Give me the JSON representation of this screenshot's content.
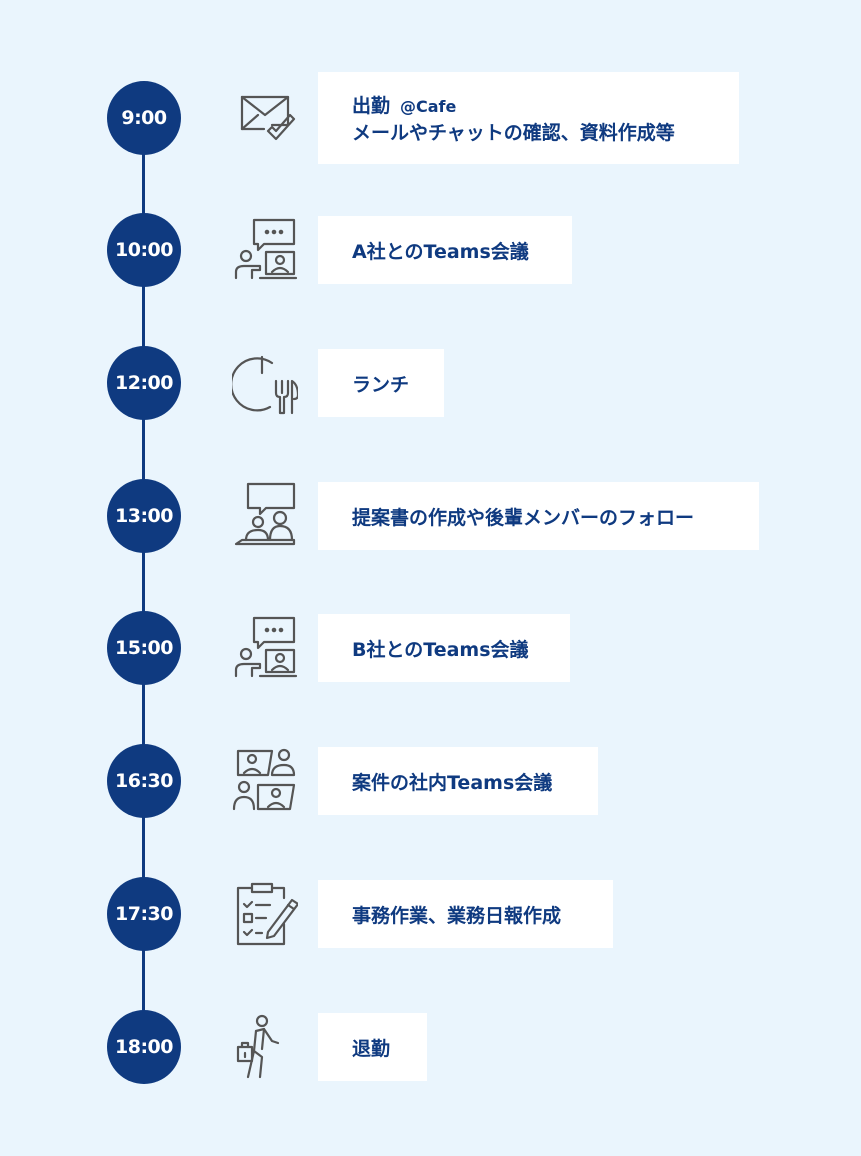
{
  "schedule": [
    {
      "time": "9:00",
      "icon": "envelope-check-icon",
      "title": "出勤",
      "tag": "@Cafe",
      "text": "メールやチャットの確認、資料作成等"
    },
    {
      "time": "10:00",
      "icon": "online-meeting-icon",
      "text": "A社とのTeams会議"
    },
    {
      "time": "12:00",
      "icon": "clock-cutlery-icon",
      "text": "ランチ"
    },
    {
      "time": "13:00",
      "icon": "discussion-icon",
      "text": "提案書の作成や後輩メンバーのフォロー"
    },
    {
      "time": "15:00",
      "icon": "online-meeting-icon",
      "text": "B社とのTeams会議"
    },
    {
      "time": "16:30",
      "icon": "internal-meeting-icon",
      "text": "案件の社内Teams会議"
    },
    {
      "time": "17:30",
      "icon": "clipboard-pencil-icon",
      "text": "事務作業、業務日報作成"
    },
    {
      "time": "18:00",
      "icon": "walking-person-icon",
      "text": "退勤"
    }
  ],
  "colors": {
    "accent": "#0f3a80",
    "background": "#eaf5fd",
    "card": "#ffffff",
    "icon": "#555555"
  }
}
